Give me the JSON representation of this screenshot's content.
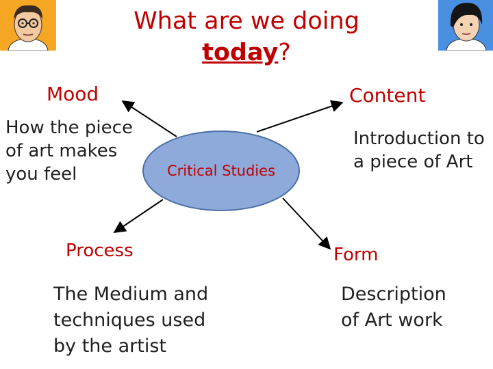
{
  "title": {
    "line1": "What are we doing",
    "line2_word": "today",
    "line2_punct": "?"
  },
  "center": {
    "label": "Critical Studies"
  },
  "nodes": {
    "mood": {
      "label": "Mood",
      "description": [
        "How the piece",
        "of art makes",
        "you feel"
      ]
    },
    "content": {
      "label": "Content",
      "description": [
        "Introduction to",
        "a piece of Art"
      ]
    },
    "process": {
      "label": "Process",
      "description": [
        "The Medium and",
        "techniques used",
        "by the artist"
      ]
    },
    "form": {
      "label": "Form",
      "description": [
        "Description",
        "of Art work"
      ]
    }
  },
  "avatars": {
    "left": "cartoon-man-with-glasses",
    "right": "cartoon-man-with-fringe"
  },
  "colors": {
    "title": "#c00000",
    "labels": "#c00000",
    "ellipse_fill": "#8eaadb",
    "ellipse_stroke": "#4a6fa5",
    "avatar_bg": "#f5a623",
    "avatar_bg_right": "#4a90e2"
  }
}
